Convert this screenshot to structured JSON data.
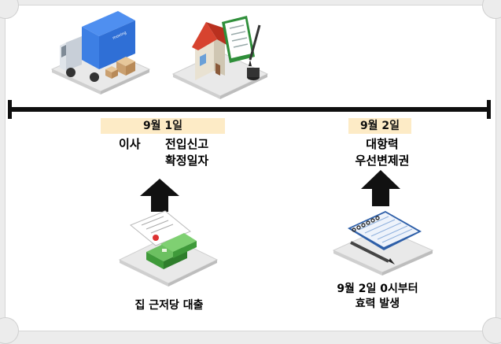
{
  "timeline": {
    "event_1": {
      "date": "9월 1일",
      "moving": "이사",
      "registration": [
        "전입신고",
        "확정일자"
      ]
    },
    "event_2": {
      "date": "9월 2일",
      "rights": [
        "대항력",
        "우선변제권"
      ]
    }
  },
  "bottom": {
    "mortgage_label": "집 근저당 대출",
    "effect_label": [
      "9월 2일 0시부터",
      "효력 발생"
    ]
  },
  "icons": [
    "moving-truck-icon",
    "house-contract-icon",
    "mortgage-document-icon",
    "notebook-pen-icon",
    "up-arrow-icon"
  ],
  "colors": {
    "line": "#0f0f0f",
    "date_highlight": "#fdebc6",
    "truck_blue": "#2f6fd6",
    "house_red": "#d7432f",
    "money_green": "#3f9a3a"
  }
}
